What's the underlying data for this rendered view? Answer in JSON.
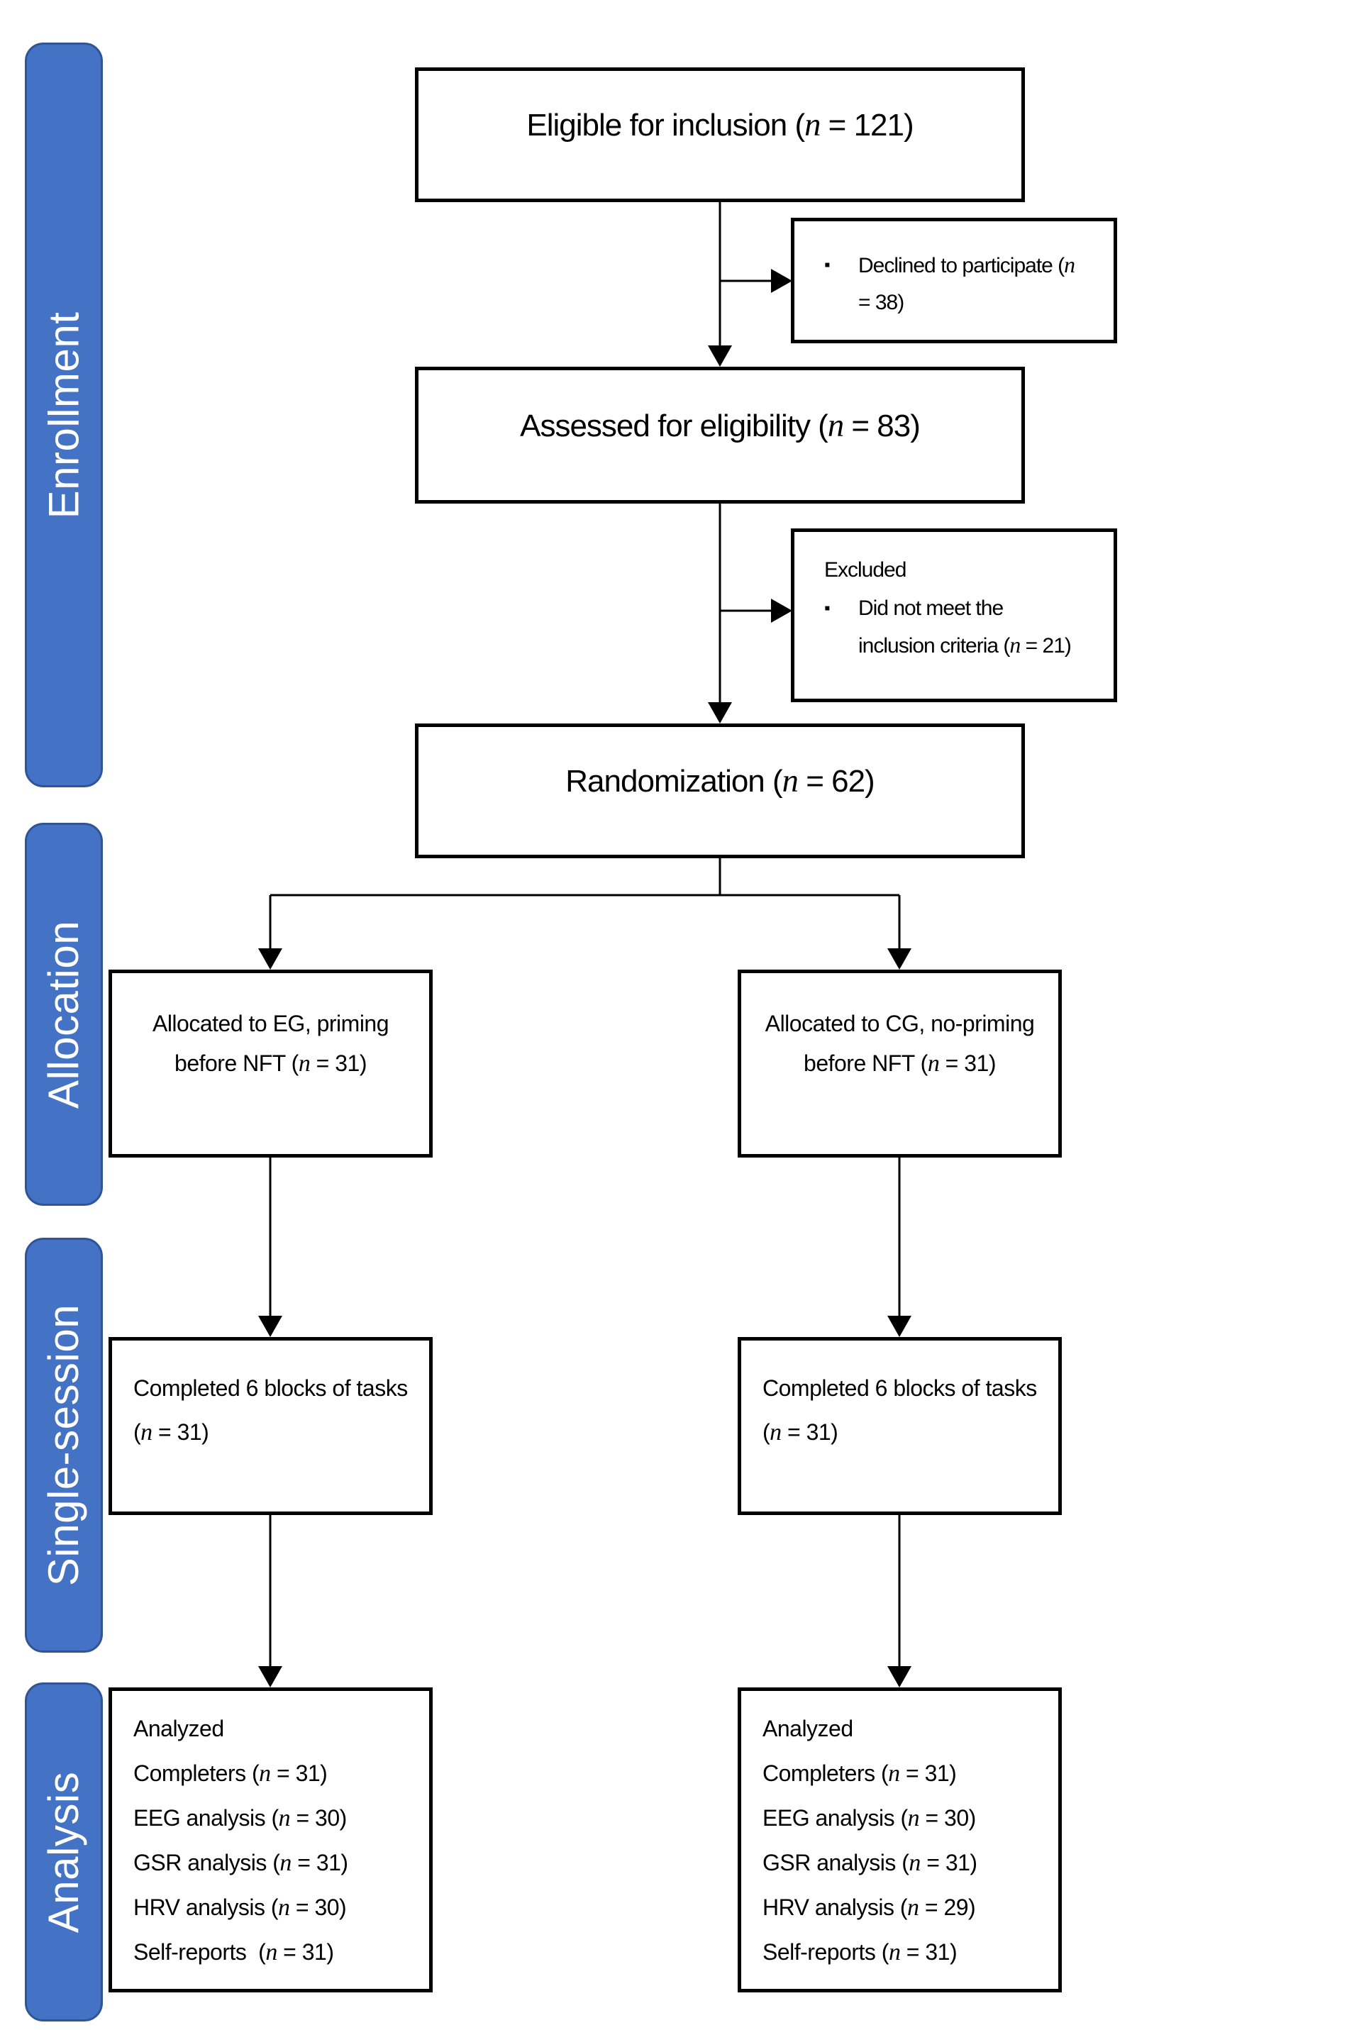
{
  "sidebar": {
    "fill_color": "#4472C4",
    "border_color": "#2F5597",
    "text_color": "#FFFFFF",
    "bands": [
      {
        "label": "Enrollment"
      },
      {
        "label": "Allocation"
      },
      {
        "label": "Single-session"
      },
      {
        "label": "Analysis"
      }
    ]
  },
  "colors": {
    "box_fill": "#FFFFFF",
    "box_border": "#000000",
    "connector": "#000000"
  },
  "flow": {
    "eligible": {
      "text": "Eligible for inclusion (n = 121)"
    },
    "declined": {
      "bullet": "▪",
      "line1": "Declined to participate (n",
      "line2": "= 38)"
    },
    "assessed": {
      "text": "Assessed for eligibility (n = 83)"
    },
    "excluded": {
      "header": "Excluded",
      "bullet": "▪",
      "line1": "Did not meet the",
      "line2": "inclusion criteria (n = 21)"
    },
    "randomization": {
      "text": "Randomization (n = 62)"
    },
    "allocated_eg": {
      "line1": "Allocated to EG, priming",
      "line2": "before NFT (n = 31)"
    },
    "allocated_cg": {
      "line1": "Allocated to CG, no-priming",
      "line2": "before NFT (n = 31)"
    },
    "completed_eg": {
      "line1": "Completed 6 blocks of tasks",
      "line2": "(n = 31)"
    },
    "completed_cg": {
      "line1": "Completed 6 blocks of tasks",
      "line2": "(n = 31)"
    },
    "analyzed_eg": {
      "lines": [
        "Analyzed",
        "Completers (n = 31)",
        "EEG analysis (n = 30)",
        "GSR analysis (n = 31)",
        "HRV analysis (n = 30)",
        "Self-reports  (n = 31)"
      ]
    },
    "analyzed_cg": {
      "lines": [
        "Analyzed",
        "Completers (n = 31)",
        "EEG analysis (n = 30)",
        "GSR analysis (n = 31)",
        "HRV analysis (n = 29)",
        "Self-reports (n = 31)"
      ]
    }
  }
}
